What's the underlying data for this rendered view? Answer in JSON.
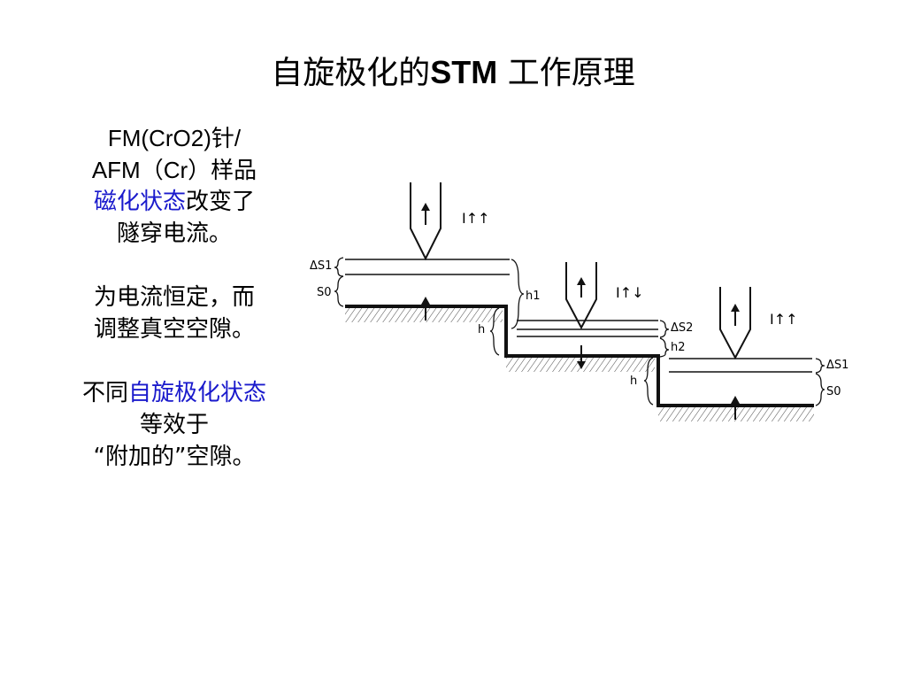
{
  "title": {
    "chinese": "自旋极化的",
    "latin": "STM",
    "rest": " 工作原理"
  },
  "notes": {
    "line1": "FM(CrO2)针/",
    "line2": "AFM（Cr）样品",
    "line3_blue": "磁化状态",
    "line3_rest": "改变了",
    "line4": "隧穿电流。",
    "line5": "为电流恒定，而",
    "line6": "调整真空空隙。",
    "line7_start": "不同",
    "line7_blue": "自旋极化状态",
    "line8": "等效于",
    "line9": "“附加的”空隙。"
  },
  "diagram": {
    "labels": {
      "current1": "I↑↑",
      "current2": "I↑↓",
      "current3": "I↑↑",
      "ds1_left": "ΔS1",
      "s0_left": "S0",
      "h1": "h1",
      "h_left": "h",
      "ds2": "ΔS2",
      "h2": "h2",
      "h_mid": "h",
      "ds1_right": "ΔS1",
      "s0_right": "S0"
    },
    "colors": {
      "line": "#111111",
      "hatch": "#444444"
    }
  }
}
